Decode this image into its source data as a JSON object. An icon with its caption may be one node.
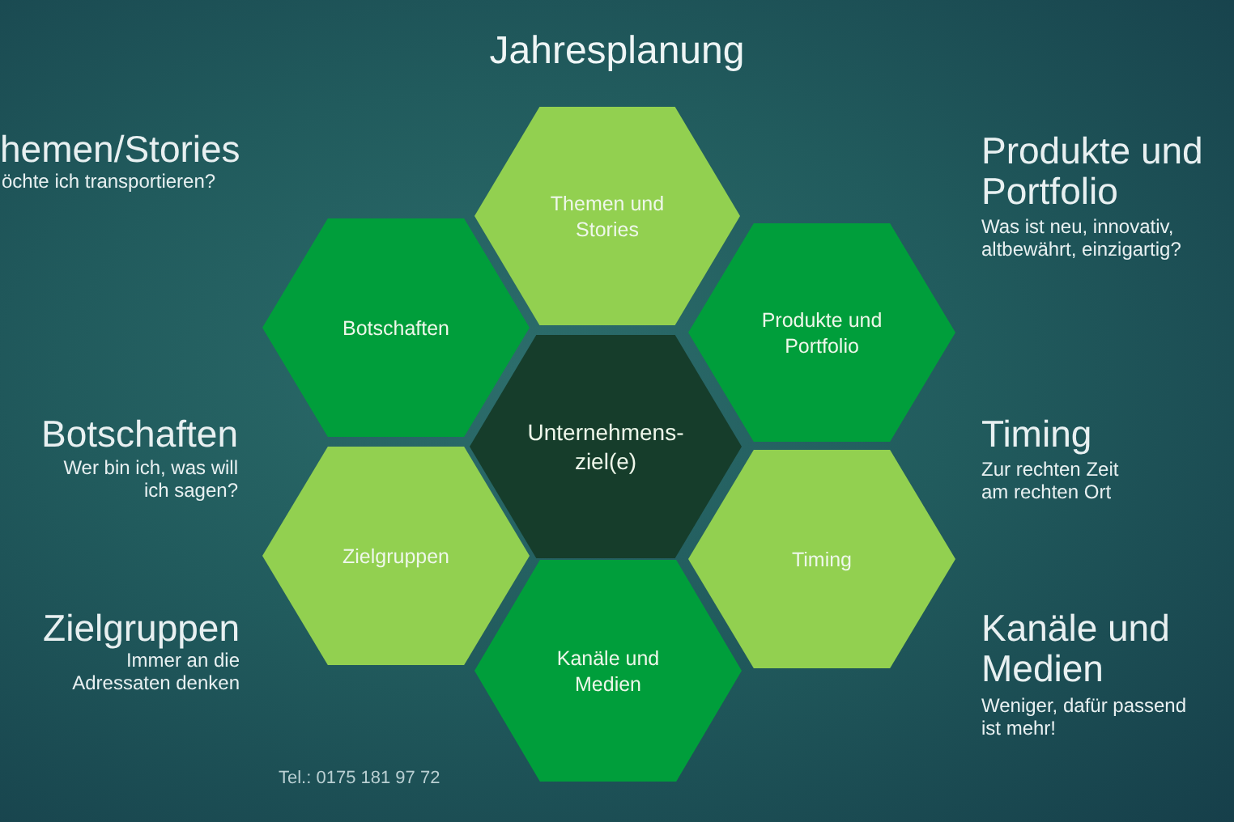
{
  "diagram": {
    "title": "Jahresplanung",
    "nodes": [
      {
        "text": [
          "Themen und Stories"
        ]
      },
      {
        "text": [
          "Botschaften"
        ]
      },
      {
        "text": [
          "Produkte und Portfolio"
        ]
      },
      {
        "text": [
          "Unternehmens-ziel(e)"
        ]
      },
      {
        "text": [
          "Zielgruppen"
        ]
      },
      {
        "text": [
          "Timing"
        ]
      },
      {
        "text": [
          "Kanäle und Medien"
        ]
      }
    ],
    "labels": [
      "hemen/Stories",
      "öchte ich transportieren?",
      "Produkte und Portfolio",
      "Was ist neu, innovativ, altbewährt, einzigartig?",
      "Botschaften",
      "Wer bin ich, was will ich sagen?",
      "Timing",
      "Zur rechten Zeit am rechten Ort",
      "Zielgruppen",
      "Immer an die Adressaten denken",
      "Kanäle und Medien",
      "Weniger, dafür passend ist mehr!",
      "Tel.: 0175 181 97 72"
    ]
  }
}
